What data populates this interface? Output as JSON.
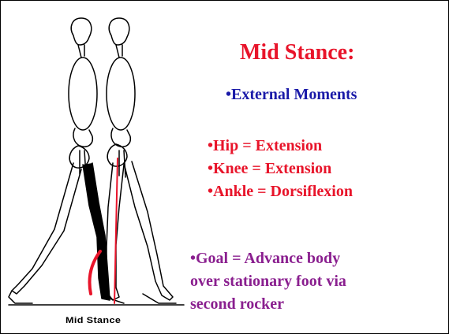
{
  "figure": {
    "caption": "Mid Stance",
    "colors": {
      "line_of_force": "#e8142a",
      "outline": "#000000"
    }
  },
  "content": {
    "title": "Mid Stance:",
    "subtitle": "•External Moments",
    "moments": [
      "•Hip = Extension",
      "•Knee = Extension",
      "•Ankle = Dorsiflexion"
    ],
    "goal_lines": [
      "•Goal = Advance body",
      "over stationary foot via",
      "second rocker"
    ]
  },
  "colors": {
    "title": "#e8142a",
    "subtitle": "#1a1aa8",
    "moments": "#e8142a",
    "goal": "#8a1f8f"
  }
}
